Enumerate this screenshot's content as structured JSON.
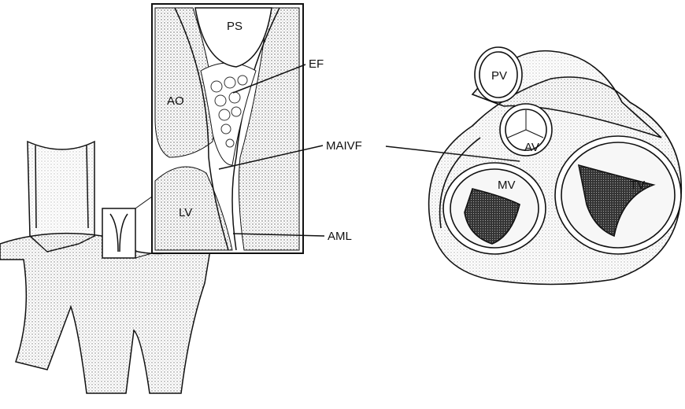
{
  "labels": {
    "ps": "PS",
    "ao": "AO",
    "lv": "LV",
    "ef": "EF",
    "maivf": "MAIVF",
    "aml": "AML",
    "pv": "PV",
    "av": "AV",
    "mv": "MV",
    "tv": "TV"
  },
  "colors": {
    "ink": "#111111",
    "stipple": "#555555",
    "background": "#ffffff"
  }
}
